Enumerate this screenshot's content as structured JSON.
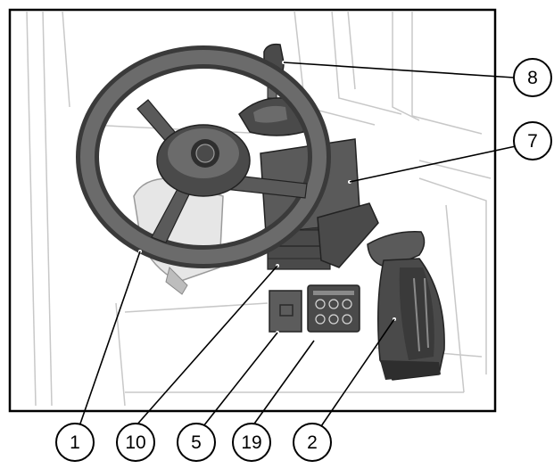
{
  "callouts": [
    {
      "id": "1",
      "label": "1"
    },
    {
      "id": "10",
      "label": "10"
    },
    {
      "id": "5",
      "label": "5"
    },
    {
      "id": "19",
      "label": "19"
    },
    {
      "id": "2",
      "label": "2"
    },
    {
      "id": "8",
      "label": "8"
    },
    {
      "id": "7",
      "label": "7"
    }
  ],
  "colors": {
    "background": "#ffffff",
    "frame": "#000000",
    "panel_line": "#c8c8c8",
    "component_dark": "#4a4a4a",
    "component_mid": "#6b6b6b",
    "component_light": "#9a9a9a"
  }
}
